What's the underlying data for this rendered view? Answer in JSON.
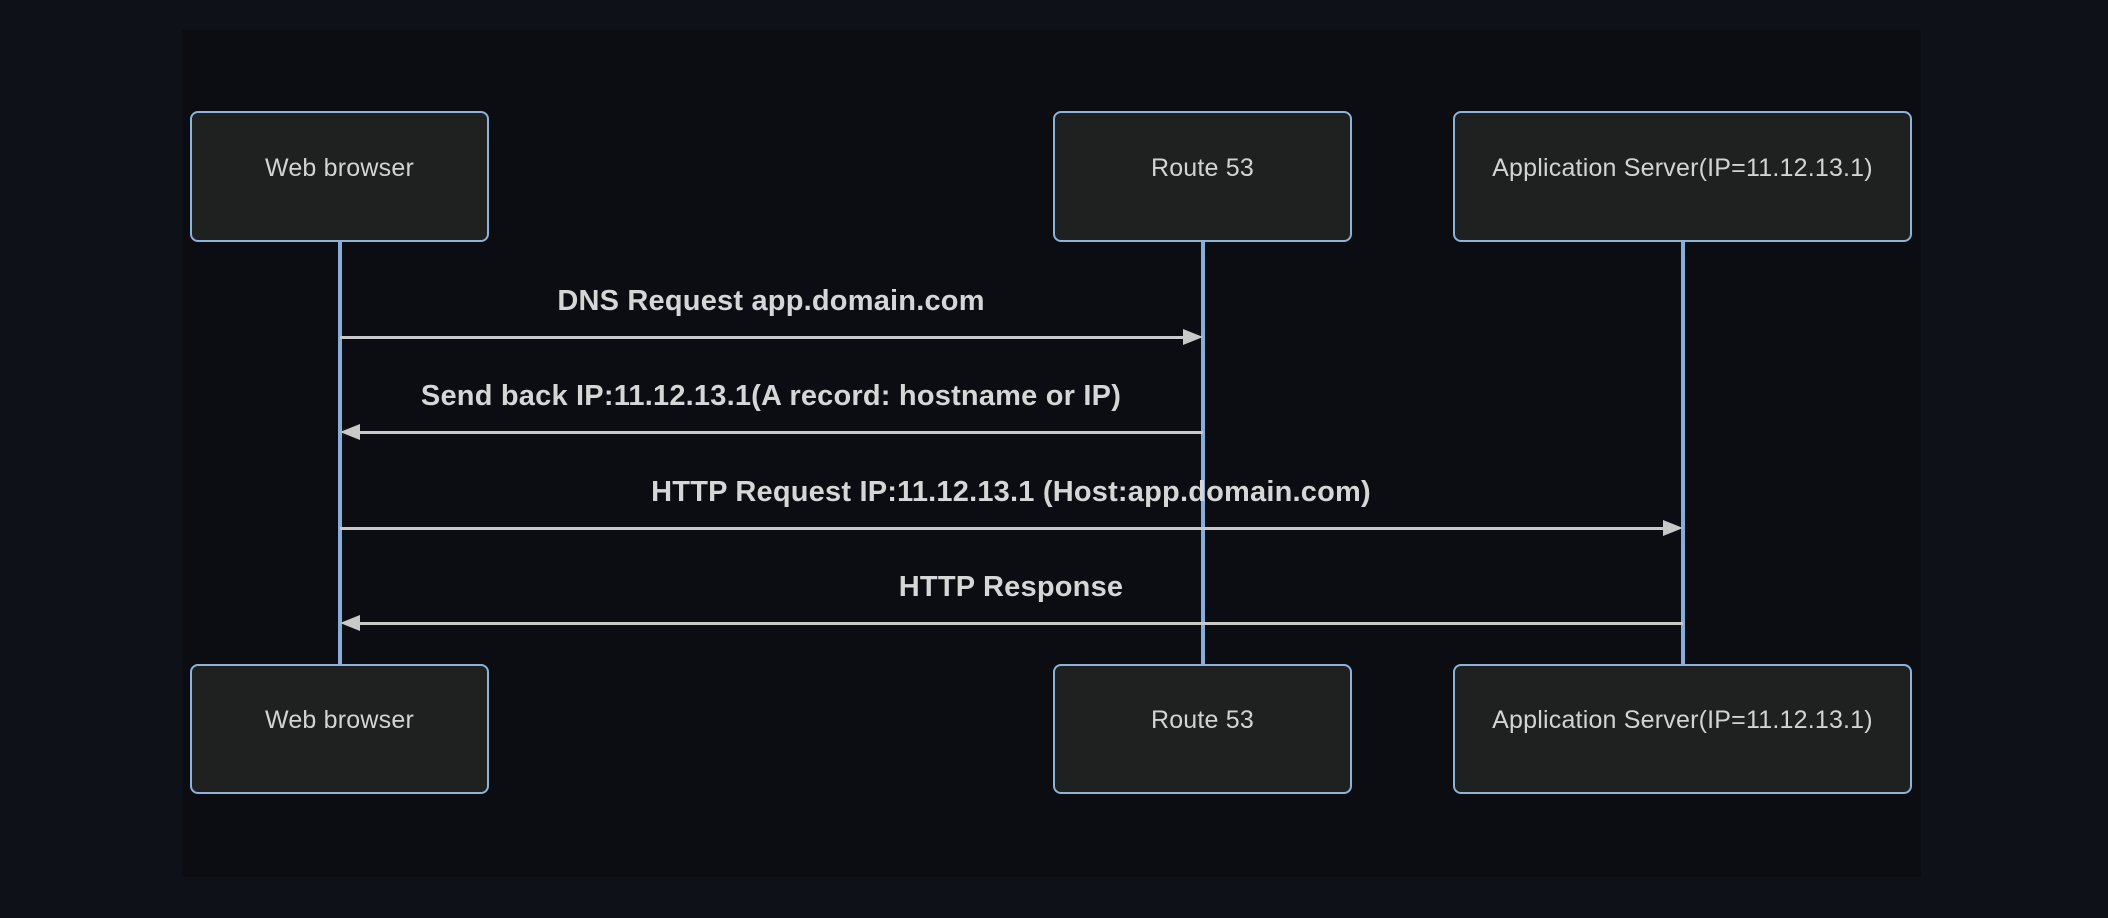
{
  "diagram": {
    "type": "sequence-diagram",
    "actors": [
      {
        "id": "web-browser",
        "label": "Web browser"
      },
      {
        "id": "route-53",
        "label": "Route 53"
      },
      {
        "id": "app-server",
        "label": "Application Server(IP=11.12.13.1)"
      }
    ],
    "messages": [
      {
        "label": "DNS Request app.domain.com",
        "from": "web-browser",
        "to": "route-53",
        "arrow": "solid-right"
      },
      {
        "label": "Send back IP:11.12.13.1(A record: hostname or IP)",
        "from": "route-53",
        "to": "web-browser",
        "arrow": "solid-left"
      },
      {
        "label": "HTTP Request IP:11.12.13.1 (Host:app.domain.com)",
        "from": "web-browser",
        "to": "app-server",
        "arrow": "solid-right"
      },
      {
        "label": "HTTP Response",
        "from": "app-server",
        "to": "web-browser",
        "arrow": "solid-left"
      }
    ],
    "colors": {
      "page_bg": "#0e1117",
      "canvas_bg": "#0b0d12",
      "actor_fill": "#1f2121",
      "actor_border": "#8cb3da",
      "actor_text": "#d3d3d3",
      "lifeline": "#86aed8",
      "message_line": "#c9c9c9",
      "message_text": "#d6d6d6"
    }
  }
}
